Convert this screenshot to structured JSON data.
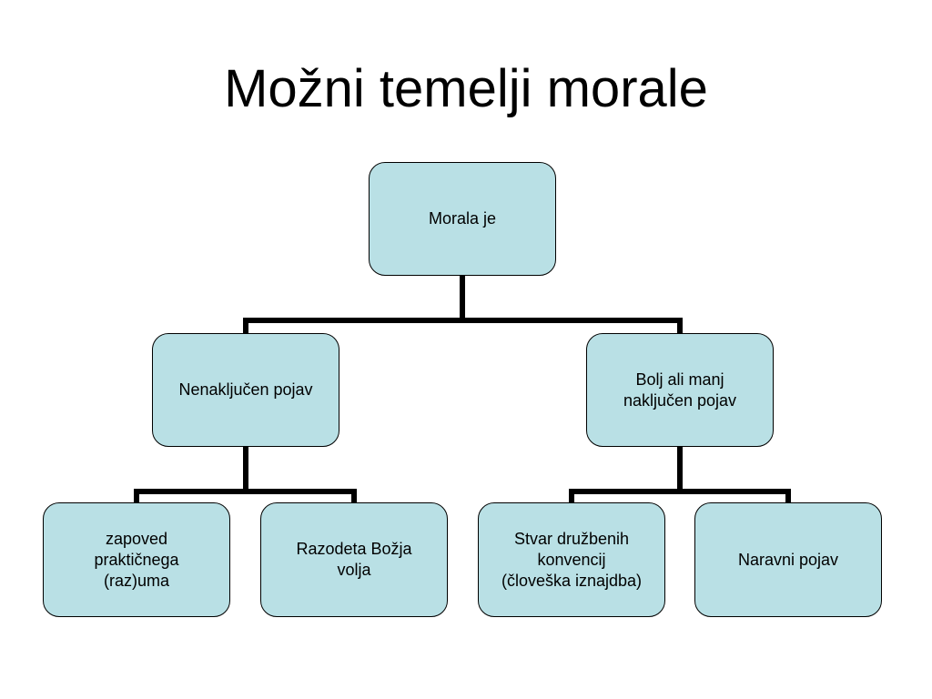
{
  "slide": {
    "title": "Možni temelji morale"
  },
  "diagram": {
    "root": "Morala je",
    "left": "Nenaključen pojav",
    "right": "Bolj ali manj\nnaključen pojav",
    "left_children": [
      "zapoved\npraktičnega\n(raz)uma",
      "Razodeta Božja\nvolja"
    ],
    "right_children": [
      "Stvar družbenih\nkonvencij\n(človeška iznajdba)",
      "Naravni pojav"
    ]
  },
  "colors": {
    "node_fill": "#b9e0e5",
    "node_border": "#000000",
    "connector": "#000000"
  }
}
